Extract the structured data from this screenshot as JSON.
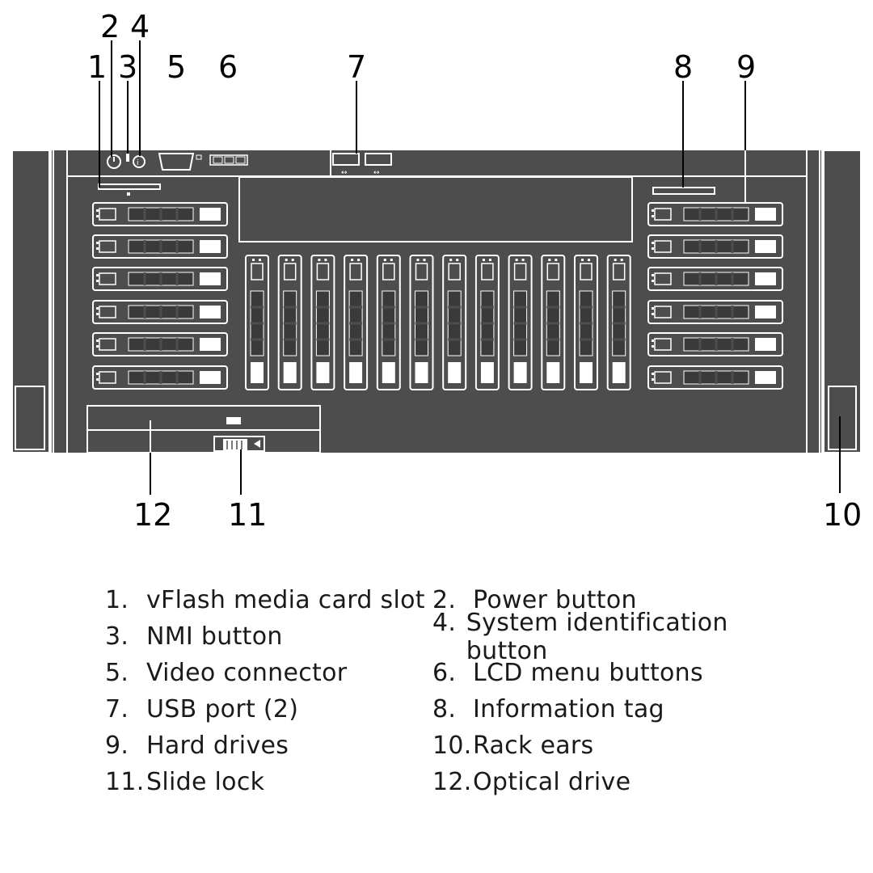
{
  "callouts": [
    "1",
    "2",
    "3",
    "4",
    "5",
    "6",
    "7",
    "8",
    "9",
    "10",
    "11",
    "12"
  ],
  "legend": [
    {
      "num": "1.",
      "label": "vFlash media card slot"
    },
    {
      "num": "2.",
      "label": "Power button"
    },
    {
      "num": "3.",
      "label": "NMI button"
    },
    {
      "num": "4.",
      "label": "System identification button"
    },
    {
      "num": "5.",
      "label": "Video connector"
    },
    {
      "num": "6.",
      "label": "LCD menu buttons"
    },
    {
      "num": "7.",
      "label": "USB port (2)"
    },
    {
      "num": "8.",
      "label": "Information tag"
    },
    {
      "num": "9.",
      "label": "Hard drives"
    },
    {
      "num": "10.",
      "label": "Rack ears"
    },
    {
      "num": "11.",
      "label": "Slide lock"
    },
    {
      "num": "12.",
      "label": "Optical drive"
    }
  ],
  "colors": {
    "chassis": "#4d4d4d",
    "chassis_dark": "#3a3a3a",
    "outline": "#ffffff",
    "text": "#000000"
  },
  "icons": [
    "power-icon",
    "system-id-icon",
    "usb-icon",
    "nmi-icon"
  ]
}
